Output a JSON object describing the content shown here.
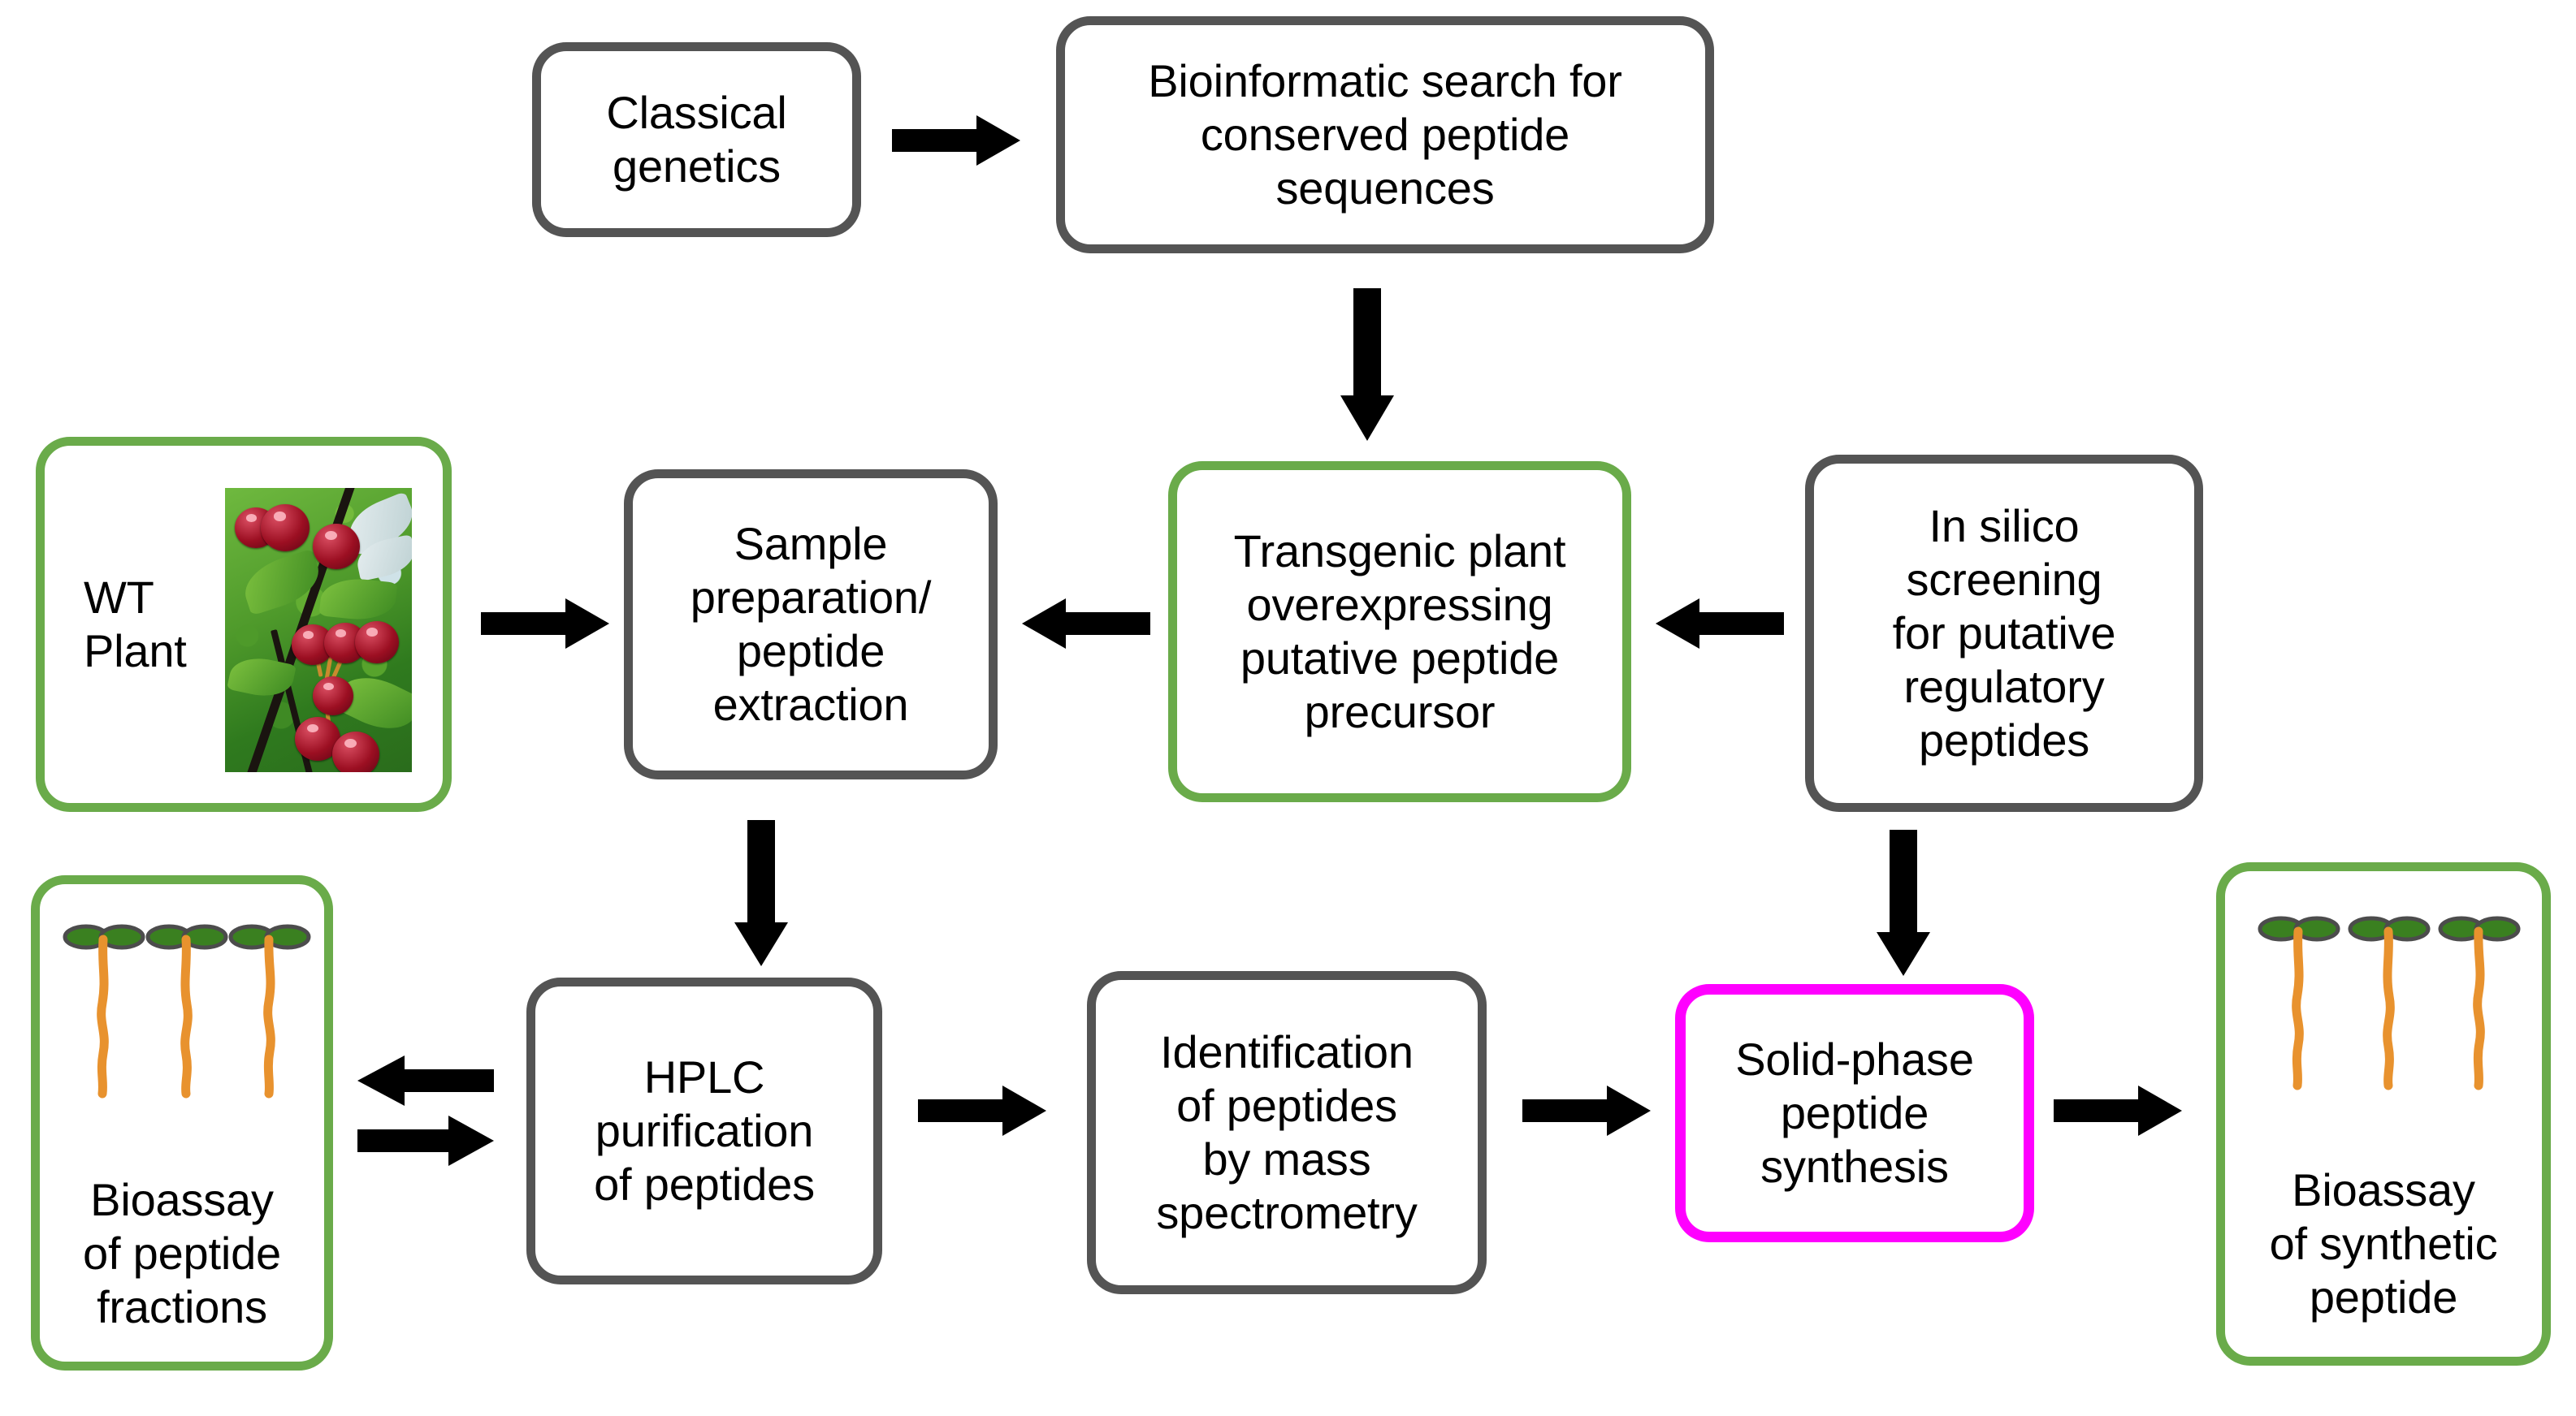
{
  "diagram": {
    "title": "Peptide discovery and characterization workflow",
    "colors": {
      "box_border_default": "#545454",
      "box_border_highlight_green": "#6aab4a",
      "box_border_highlight_magenta": "#ff00ff",
      "arrow": "#000000",
      "background": "#ffffff",
      "seedling_leaf": "#3a8020",
      "seedling_leaf_outline": "#4c4c4c",
      "seedling_root": "#e8922e"
    },
    "nodes": [
      {
        "id": "classical-genetics",
        "label": "Classical\ngenetics",
        "border": "gray"
      },
      {
        "id": "bioinformatic-search",
        "label": "Bioinformatic search for\nconserved  peptide\nsequences",
        "border": "gray"
      },
      {
        "id": "wt-plant",
        "label": "WT\nPlant",
        "border": "green"
      },
      {
        "id": "sample-preparation",
        "label": "Sample\npreparation/\npeptide\nextraction",
        "border": "gray"
      },
      {
        "id": "transgenic-plant",
        "label": "Transgenic plant\noverexpressing\nputative peptide\nprecursor",
        "border": "green"
      },
      {
        "id": "in-silico-screening",
        "label": "In silico\nscreening\nfor putative\nregulatory\npeptides",
        "border": "gray"
      },
      {
        "id": "bioassay-fractions",
        "label": "Bioassay\nof peptide\nfractions",
        "border": "green"
      },
      {
        "id": "hplc-purification",
        "label": "HPLC\npurification\nof peptides",
        "border": "gray"
      },
      {
        "id": "mass-spectrometry",
        "label": "Identification\nof peptides\nby mass\nspectrometry",
        "border": "gray"
      },
      {
        "id": "solid-phase-synthesis",
        "label": "Solid-phase\npeptide\nsynthesis",
        "border": "magenta"
      },
      {
        "id": "bioassay-synthetic",
        "label": "Bioassay\nof synthetic\npeptide",
        "border": "green"
      }
    ],
    "edges": [
      {
        "id": "classical-to-bioinformatic",
        "from": "classical-genetics",
        "to": "bioinformatic-search",
        "direction": "right"
      },
      {
        "id": "bioinformatic-to-transgenic",
        "from": "bioinformatic-search",
        "to": "transgenic-plant",
        "direction": "down"
      },
      {
        "id": "wt-to-sample",
        "from": "wt-plant",
        "to": "sample-preparation",
        "direction": "right"
      },
      {
        "id": "transgenic-to-sample",
        "from": "transgenic-plant",
        "to": "sample-preparation",
        "direction": "left"
      },
      {
        "id": "insilico-to-transgenic",
        "from": "in-silico-screening",
        "to": "transgenic-plant",
        "direction": "left"
      },
      {
        "id": "sample-to-hplc",
        "from": "sample-preparation",
        "to": "hplc-purification",
        "direction": "down"
      },
      {
        "id": "hplc-to-bioassay",
        "from": "hplc-purification",
        "to": "bioassay-fractions",
        "direction": "left"
      },
      {
        "id": "bioassay-to-hplc",
        "from": "bioassay-fractions",
        "to": "hplc-purification",
        "direction": "right"
      },
      {
        "id": "hplc-to-ms",
        "from": "hplc-purification",
        "to": "mass-spectrometry",
        "direction": "right"
      },
      {
        "id": "ms-to-synthesis",
        "from": "mass-spectrometry",
        "to": "solid-phase-synthesis",
        "direction": "right"
      },
      {
        "id": "insilico-to-synthesis",
        "from": "in-silico-screening",
        "to": "solid-phase-synthesis",
        "direction": "down"
      },
      {
        "id": "synthesis-to-bioassay",
        "from": "solid-phase-synthesis",
        "to": "bioassay-synthetic",
        "direction": "right"
      }
    ],
    "images": [
      {
        "id": "cherry-tree-photo",
        "in_node": "wt-plant",
        "description": "Photograph of ripe dark-red cherries hanging on a branch with green leaves"
      }
    ],
    "icon_groups": [
      {
        "id": "seedlings-fractions",
        "in_node": "bioassay-fractions",
        "count": 3,
        "icon": "seedling-icon"
      },
      {
        "id": "seedlings-synthetic",
        "in_node": "bioassay-synthetic",
        "count": 3,
        "icon": "seedling-icon"
      }
    ]
  }
}
